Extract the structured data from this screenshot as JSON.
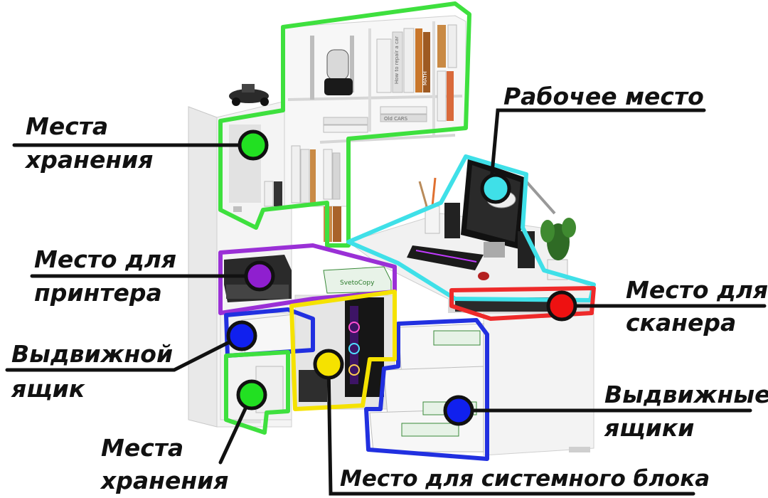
{
  "labels": {
    "storage_top": [
      "Места",
      "хранения"
    ],
    "workplace": "Рабочее место",
    "printer": [
      "Место для",
      "принтера"
    ],
    "scanner": [
      "Место для",
      "сканера"
    ],
    "drawer_single": [
      "Выдвижной",
      "ящик"
    ],
    "drawers_multi": [
      "Выдвижные",
      "ящики"
    ],
    "storage_bottom": [
      "Места",
      "хранения"
    ],
    "system_unit": "Место для системного блока"
  },
  "zones": {
    "storage": "#3ee03e",
    "workplace": "#3fe0e8",
    "printer": "#9a30d6",
    "scanner": "#ee2a2a",
    "drawers": "#2130e0",
    "system_unit": "#f5e200"
  },
  "book_titles": {
    "repair": "How to repair a car",
    "math": "MATH",
    "cars": "Old CARS",
    "paper": "SvetoCopy"
  }
}
